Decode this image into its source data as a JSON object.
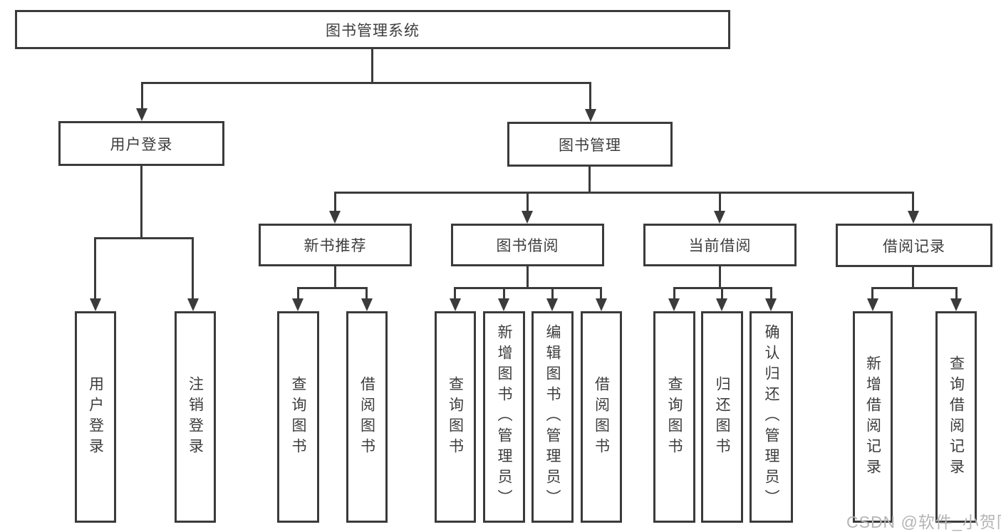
{
  "tree": {
    "root": {
      "label": "图书管理系统"
    },
    "branches": [
      {
        "label": "用户登录",
        "children": [
          {
            "label": "用户登录"
          },
          {
            "label": "注销登录"
          }
        ]
      },
      {
        "label": "图书管理",
        "children": [
          {
            "label": "新书推荐",
            "children": [
              {
                "label": "查询图书"
              },
              {
                "label": "借阅图书"
              }
            ]
          },
          {
            "label": "图书借阅",
            "children": [
              {
                "label": "查询图书"
              },
              {
                "label": "新增图书（管理员）"
              },
              {
                "label": "编辑图书（管理员）"
              },
              {
                "label": "借阅图书"
              }
            ]
          },
          {
            "label": "当前借阅",
            "children": [
              {
                "label": "查询图书"
              },
              {
                "label": "归还图书"
              },
              {
                "label": "确认归还（管理员）"
              }
            ]
          },
          {
            "label": "借阅记录",
            "children": [
              {
                "label": "新增借阅记录"
              },
              {
                "label": "查询借阅记录"
              }
            ]
          }
        ]
      }
    ]
  },
  "watermark": {
    "text": "CSDN @软件_小贺同学",
    "color": "#b5b5b5"
  },
  "colors": {
    "line": "#3b3b3b",
    "text": "#3d3d3d",
    "background": "#ffffff"
  }
}
